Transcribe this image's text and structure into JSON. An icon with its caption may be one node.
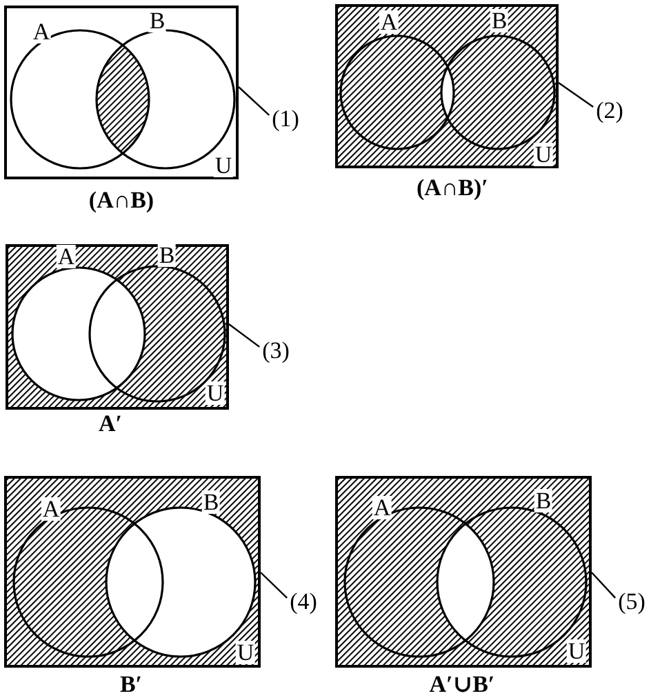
{
  "diagram": {
    "nodes": [
      {
        "text": [
          "U"
        ],
        "beside": [
          "(A∩B)"
        ]
      },
      {
        "text": [
          "A"
        ],
        "in": 0
      },
      {
        "text": [
          "B"
        ],
        "in": 0
      },
      {
        "text": [
          "(1)"
        ]
      },
      {
        "text": [
          "U"
        ],
        "beside": [
          "(A∩B)′"
        ]
      },
      {
        "text": [
          "A"
        ],
        "in": 4
      },
      {
        "text": [
          "B"
        ],
        "in": 4
      },
      {
        "text": [
          "(2)"
        ]
      },
      {
        "text": [
          "U"
        ],
        "beside": [
          "A′"
        ]
      },
      {
        "text": [
          "A"
        ],
        "in": 8
      },
      {
        "text": [
          "B"
        ],
        "in": 8
      },
      {
        "text": [
          "(3)"
        ]
      },
      {
        "text": [
          "U"
        ],
        "beside": [
          "B′"
        ]
      },
      {
        "text": [
          "A"
        ],
        "in": 12
      },
      {
        "text": [
          "B"
        ],
        "in": 12
      },
      {
        "text": [
          "(4)"
        ]
      },
      {
        "text": [
          "U"
        ],
        "beside": [
          "A′∪B′"
        ]
      },
      {
        "text": [
          "A"
        ],
        "in": 16
      },
      {
        "text": [
          "B"
        ],
        "in": 16
      },
      {
        "text": [
          "(5)"
        ]
      }
    ],
    "edges": [
      {
        "from": 3,
        "to": 0,
        "arrow": "none"
      },
      {
        "from": 7,
        "to": 4,
        "arrow": "none"
      },
      {
        "from": 11,
        "to": 8,
        "arrow": "none"
      },
      {
        "from": 15,
        "to": 12,
        "arrow": "none"
      },
      {
        "from": 19,
        "to": 16,
        "arrow": "none"
      }
    ]
  }
}
